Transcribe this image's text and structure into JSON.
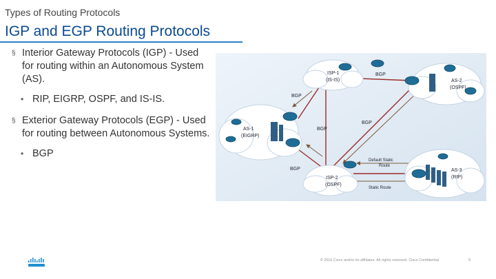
{
  "header": {
    "section": "Types of Routing Protocols",
    "title": "IGP and EGP Routing Protocols"
  },
  "bullets": {
    "igp": {
      "marker": "§",
      "text": "Interior Gateway Protocols (IGP) - Used for routing within an Autonomous System (AS).",
      "sub": "RIP, EIGRP, OSPF, and IS-IS."
    },
    "egp": {
      "marker": "§",
      "text": "Exterior Gateway Protocols (EGP) - Used for routing between Autonomous Systems.",
      "sub": "BGP"
    },
    "sub_marker": "•"
  },
  "diagram": {
    "isp1": {
      "name": "ISP-1",
      "protocol": "(IS-IS)"
    },
    "isp2": {
      "name": "ISP-2",
      "protocol": "(OSPF)"
    },
    "as1": {
      "name": "AS-1",
      "protocol": "(EIGRP)"
    },
    "as2": {
      "name": "AS-2",
      "protocol": "(OSPF)"
    },
    "as3": {
      "name": "AS-3",
      "protocol": "(RIP)"
    },
    "bgp": "BGP",
    "default_static_route": [
      "Default Static",
      "Route"
    ],
    "static_route": "Static Route"
  },
  "footer": {
    "copyright": "© 2016 Cisco and/or its affiliates. All rights reserved. Cisco Confidential",
    "page": "9"
  },
  "colors": {
    "title": "#0a4a92",
    "rule": "#2a7fc4",
    "cloud": "#ffffff",
    "router": "#1f6d96",
    "link": "#9a2a2a",
    "arrow": "#7a5a3a"
  }
}
